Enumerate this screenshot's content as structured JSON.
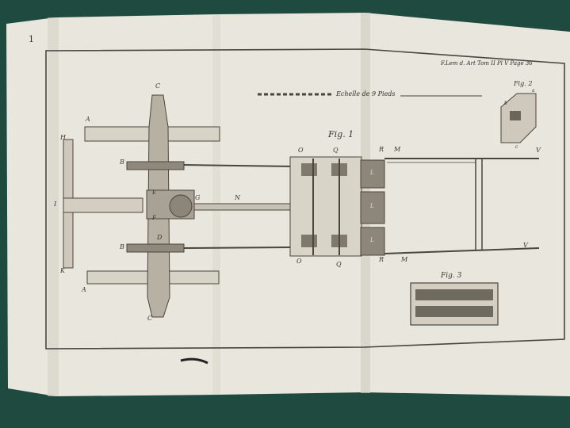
{
  "page_number": "1",
  "header_ref": "F.Lem d. Art Tom II Pl V Page 36",
  "scale_label": "Echelle de 9 Pieds",
  "figures": {
    "fig1": "Fig. 1",
    "fig2": "Fig. 2",
    "fig3": "Fig. 3"
  },
  "letters": {
    "A1": "A",
    "A2": "A",
    "B1": "B",
    "B2": "B",
    "C1": "C",
    "C2": "C",
    "D": "D",
    "E": "E",
    "F": "F",
    "G": "G",
    "H": "H",
    "I": "I",
    "K": "K",
    "N": "N",
    "O1": "O",
    "O2": "O",
    "Q1": "Q",
    "Q2": "Q",
    "R1": "R",
    "R2": "R",
    "M1": "M",
    "M2": "M",
    "V1": "V",
    "V2": "V",
    "L1": "L",
    "L2": "L",
    "L3": "L",
    "fig2_a": "a",
    "fig2_b": "b",
    "fig2_c": "c"
  },
  "colors": {
    "background": "#1f4a40",
    "paper": "#e8e5dc",
    "ink": "#4a453d"
  }
}
